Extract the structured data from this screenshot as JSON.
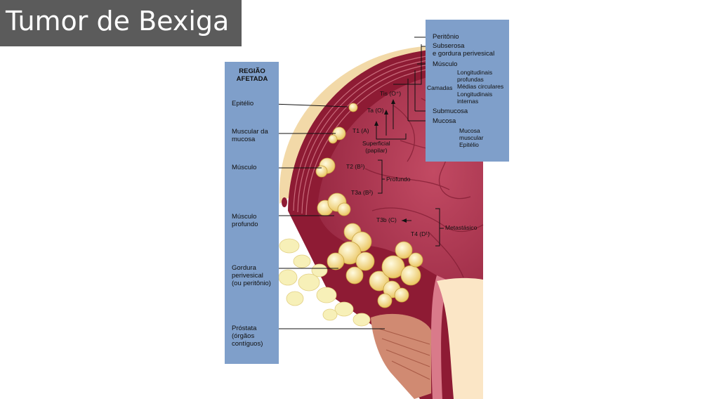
{
  "title": "Tumor de Bexiga",
  "left_panel": {
    "header": "REGIÃO\nAFETADA",
    "items": [
      "Epitélio",
      "Muscular da\nmucosa",
      "Músculo",
      "Músculo\nprofundo",
      "Gordura\nperivesical\n(ou peritônio)",
      "Próstata\n(órgãos\ncontíguos)"
    ]
  },
  "right_panel": {
    "peritonio": "Peritônio",
    "subserosa": "Subserosa\ne gordura perivesical",
    "musculo": "Músculo",
    "camadas": "Camadas",
    "layers": [
      "Longitudinais\nprofundas",
      "Médias circulares",
      "Longitudinais\ninternas"
    ],
    "submucosa": "Submucosa",
    "mucosa": "Mucosa",
    "mucosa_items": [
      "Mucosa\nmuscular",
      "Epitélio"
    ]
  },
  "stages": {
    "tis": "Tis (O⁺)",
    "ta": "Ta (O)",
    "t1": "T1 (A)",
    "superficial": "Superficial\n(papilar)",
    "t2": "T2 (B¹)",
    "profundo": "Profundo",
    "t3a": "T3a (B²)",
    "t3b": "T3b (C)",
    "t4": "T4 (D¹)",
    "metastasico": "Metastásico"
  },
  "colors": {
    "title_bg": "#5b5b5b",
    "panel": "#7f9fca",
    "bladder_wall": "#8e1b34",
    "lumen": "#b23a55",
    "tumor": "#f5e08a",
    "fat": "#f7f0b8",
    "prostate": "#d08a72"
  }
}
